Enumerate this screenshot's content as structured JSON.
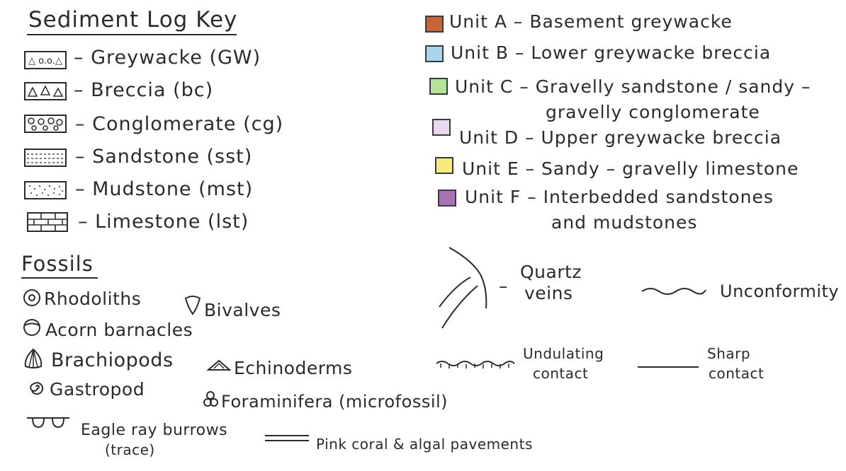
{
  "title": "Sediment Log Key",
  "lithologies": [
    {
      "label": "Greywacke (GW)",
      "icon": "greywacke-pattern"
    },
    {
      "label": "Breccia (bc)",
      "icon": "breccia-pattern"
    },
    {
      "label": "Conglomerate (cg)",
      "icon": "conglomerate-pattern"
    },
    {
      "label": "Sandstone (sst)",
      "icon": "sandstone-pattern"
    },
    {
      "label": "Mudstone (mst)",
      "icon": "mudstone-pattern"
    },
    {
      "label": "Limestone (lst)",
      "icon": "limestone-pattern"
    }
  ],
  "units": [
    {
      "label": "Unit A – Basement greywacke",
      "color": "#c8633a"
    },
    {
      "label": "Unit B – Lower greywacke breccia",
      "color": "#a9d4ec"
    },
    {
      "label": "Unit C – Gravelly sandstone / sandy –",
      "label2": "gravelly conglomerate",
      "color": "#b5e39a"
    },
    {
      "label": "Unit D – Upper greywacke breccia",
      "color": "#ead8ef"
    },
    {
      "label": "Unit E – Sandy – gravelly limestone",
      "color": "#f5ea7e"
    },
    {
      "label": "Unit F – Interbedded sandstones",
      "label2": "and mudstones",
      "color": "#a772b3"
    }
  ],
  "fossils_heading": "Fossils",
  "fossils": {
    "rhodoliths": "Rhodoliths",
    "bivalves": "Bivalves",
    "barnacles": "Acorn barnacles",
    "brachiopods": "Brachiopods",
    "echinoderms": "Echinoderms",
    "gastropod": "Gastropod",
    "foraminifera": "Foraminifera (microfossil)",
    "eagle_ray": "Eagle ray burrows",
    "eagle_ray_sub": "(trace)",
    "pink_coral": "Pink coral & algal pavements"
  },
  "structures": {
    "quartz_veins_1": "Quartz",
    "quartz_veins_2": "veins",
    "unconformity": "Unconformity",
    "undulating_1": "Undulating",
    "undulating_2": "contact",
    "sharp_1": "Sharp",
    "sharp_2": "contact"
  },
  "dash": "–"
}
